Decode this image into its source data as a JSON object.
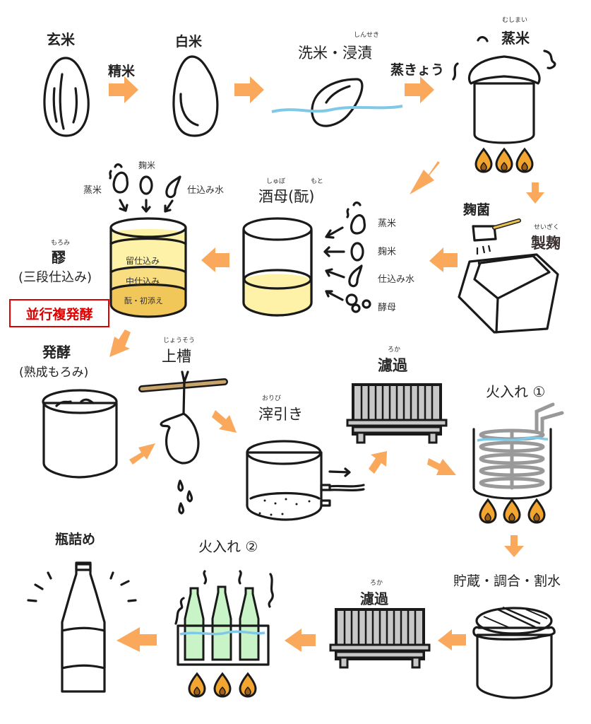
{
  "colors": {
    "arrow": "#f9a85c",
    "outline": "#1a1a1a",
    "brown_rice": "#e8c14f",
    "water": "#7fc9e6",
    "tank_fill": "#d8f8f2",
    "lid": "#fbf8d6",
    "sake": "#fdf2a8",
    "bottle": "#c8f4c8",
    "flame": "#f2a531",
    "highlight_red": "#e00000"
  },
  "steps": {
    "genmai": {
      "label": "玄米"
    },
    "seimai": {
      "label": "精米"
    },
    "hakumai": {
      "label": "白米"
    },
    "senmai": {
      "label": "洗米・浸漬",
      "ruby": "しんせき"
    },
    "jokyo": {
      "label": "蒸きょう"
    },
    "mushimai": {
      "label": "蒸米",
      "ruby": "むしまい"
    },
    "kojikin": {
      "label": "麹菌"
    },
    "seikiku": {
      "label": "製麹",
      "ruby": "せいぎく"
    },
    "shubo": {
      "label": "酒母(酛)",
      "ruby_1": "しゅぼ",
      "ruby_2": "もと",
      "label_main": "酒母",
      "label_paren": "(酛)"
    },
    "shubo_inputs": [
      "蒸米",
      "麹米",
      "仕込み水",
      "酵母"
    ],
    "moromi": {
      "label": "醪",
      "ruby": "もろみ",
      "sub": "(三段仕込み)",
      "highlight": "並行複発酵"
    },
    "moromi_inputs": {
      "mushimai": "蒸米",
      "kojimai": "麹米",
      "water": "仕込み水"
    },
    "moromi_layers": [
      "留仕込み",
      "中仕込み",
      "酛・初添え"
    ],
    "hakko": {
      "label": "発酵",
      "sub": "(熟成もろみ)"
    },
    "joso": {
      "label": "上槽",
      "ruby": "じょうそう"
    },
    "oribiki": {
      "label": "滓引き",
      "ruby": "おりび"
    },
    "roka1": {
      "label": "濾過",
      "ruby": "ろか"
    },
    "hiire1": {
      "label": "火入れ ①"
    },
    "chozo": {
      "label": "貯蔵・調合・割水"
    },
    "roka2": {
      "label": "濾過",
      "ruby": "ろか"
    },
    "hiire2": {
      "label": "火入れ ②"
    },
    "binzume": {
      "label": "瓶詰め"
    }
  }
}
